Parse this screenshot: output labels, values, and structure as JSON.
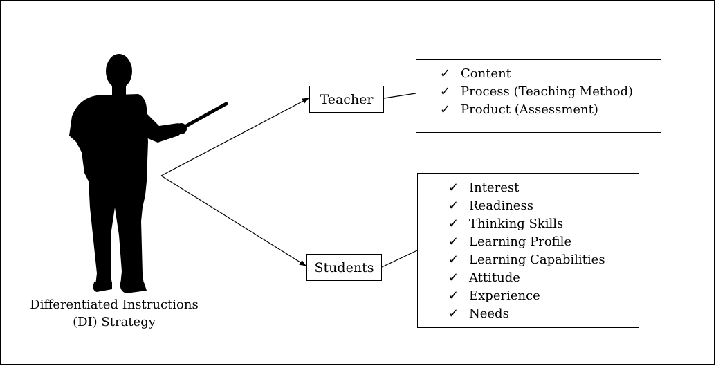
{
  "diagram": {
    "caption": {
      "line1": "Differentiated Instructions",
      "line2": "(DI) Strategy"
    },
    "teacher": {
      "label": "Teacher",
      "items": [
        "Content",
        "Process (Teaching Method)",
        "Product (Assessment)"
      ]
    },
    "students": {
      "label": "Students",
      "items": [
        "Interest",
        "Readiness",
        "Thinking Skills",
        "Learning Profile",
        "Learning Capabilities",
        "Attitude",
        "Experience",
        "Needs"
      ]
    },
    "check_mark": "✓",
    "icons": {
      "figure": "teacher-with-pointer-silhouette-icon"
    }
  }
}
